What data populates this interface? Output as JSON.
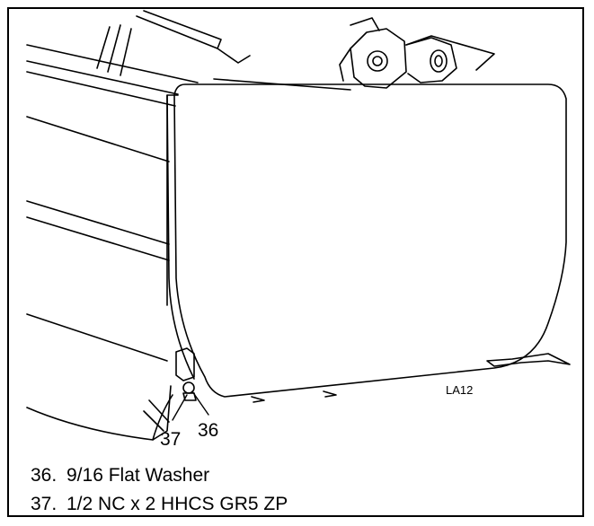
{
  "drawing": {
    "callouts": [
      {
        "id": "36",
        "label": "36"
      },
      {
        "id": "37",
        "label": "37"
      }
    ],
    "drawing_code": "LA12"
  },
  "legend": {
    "items": [
      {
        "number": "36.",
        "description": "9/16 Flat Washer"
      },
      {
        "number": "37.",
        "description": "1/2 NC x 2 HHCS GR5 ZP"
      }
    ]
  },
  "colors": {
    "ink": "#000000",
    "paper": "#ffffff"
  }
}
